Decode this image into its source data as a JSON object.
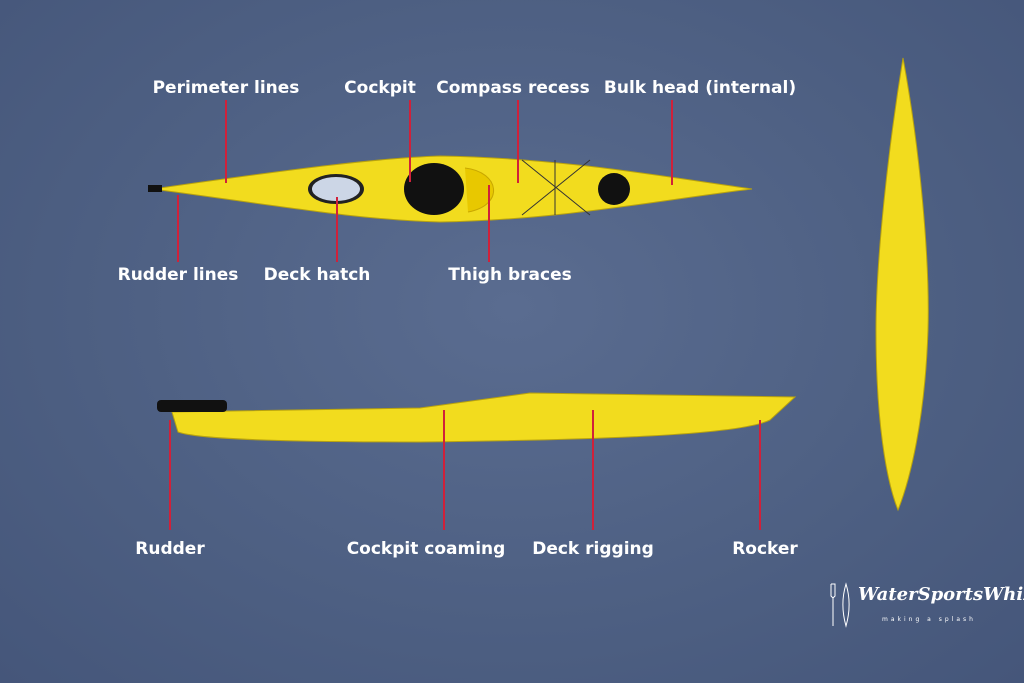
{
  "labels": {
    "perimeter_lines": "Perimeter lines",
    "cockpit": "Cockpit",
    "compass_recess": "Compass recess",
    "bulk_head": "Bulk head (internal)",
    "rudder_lines": "Rudder lines",
    "deck_hatch": "Deck hatch",
    "thigh_braces": "Thigh braces",
    "rudder": "Rudder",
    "cockpit_coaming": "Cockpit coaming",
    "deck_rigging": "Deck rigging",
    "rocker": "Rocker"
  },
  "logo": {
    "name": "WaterSportsWhiz",
    "tagline": "making a splash"
  },
  "colors": {
    "background": "#4f6184",
    "kayak": "#f2dc1e",
    "pointer": "#d0213a",
    "text": "#ffffff"
  }
}
